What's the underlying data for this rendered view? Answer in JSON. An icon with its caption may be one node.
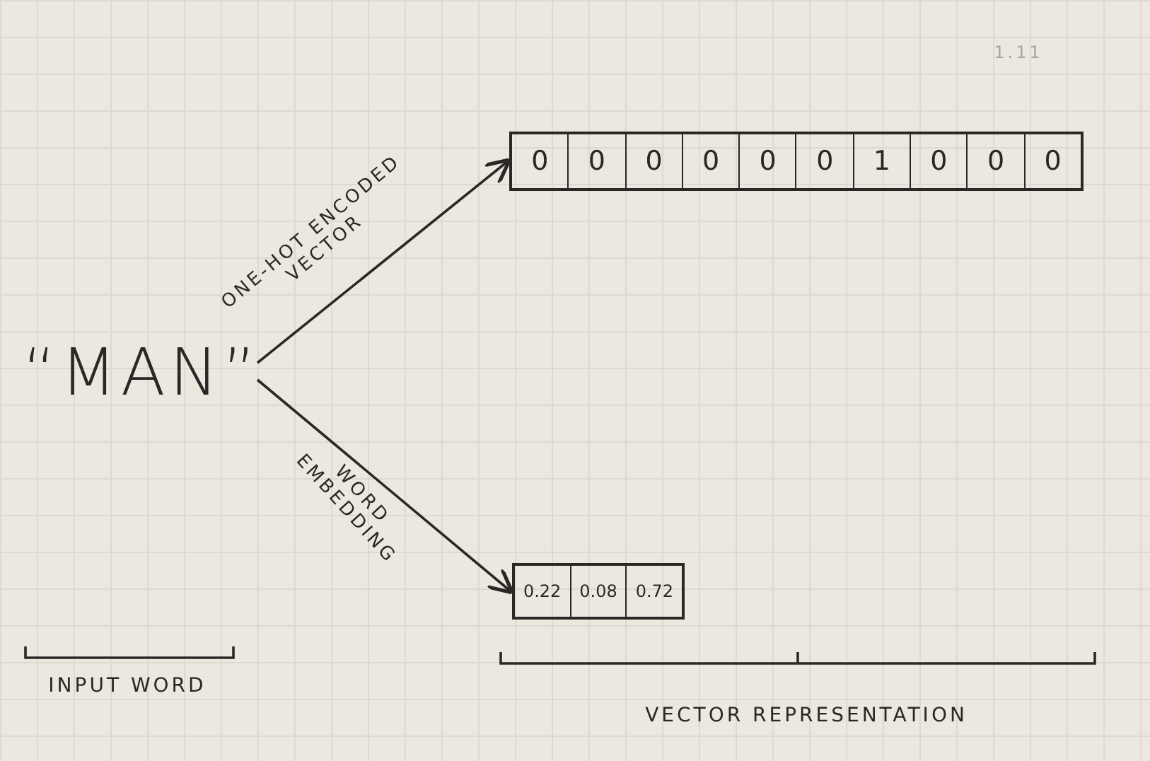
{
  "diagram": {
    "nodes": [
      {
        "text": [
          "“MAN”"
        ]
      },
      {
        "text": [],
        "shape": "box"
      },
      {
        "text": [
          "0"
        ],
        "in": 1
      },
      {
        "text": [
          "0"
        ],
        "in": 1
      },
      {
        "text": [
          "0"
        ],
        "in": 1
      },
      {
        "text": [
          "0"
        ],
        "in": 1
      },
      {
        "text": [
          "0"
        ],
        "in": 1
      },
      {
        "text": [
          "0"
        ],
        "in": 1
      },
      {
        "text": [
          "1"
        ],
        "in": 1
      },
      {
        "text": [
          "0"
        ],
        "in": 1
      },
      {
        "text": [
          "0"
        ],
        "in": 1
      },
      {
        "text": [
          "0"
        ],
        "in": 1
      },
      {
        "text": [],
        "shape": "box"
      },
      {
        "text": [
          "0.22"
        ],
        "in": 12
      },
      {
        "text": [
          "0.08"
        ],
        "in": 12
      },
      {
        "text": [
          "0.72"
        ],
        "in": 12
      }
    ],
    "edges": [
      {
        "from": 0,
        "to": 1,
        "arrow": "to",
        "label": "ONE-HOT ENCODED VECTOR"
      },
      {
        "from": 0,
        "to": 12,
        "arrow": "to",
        "label": "WORD EMBEDDING"
      }
    ],
    "labels": [
      "1.11",
      "INPUT WORD",
      "VECTOR REPRESENTATION"
    ]
  }
}
